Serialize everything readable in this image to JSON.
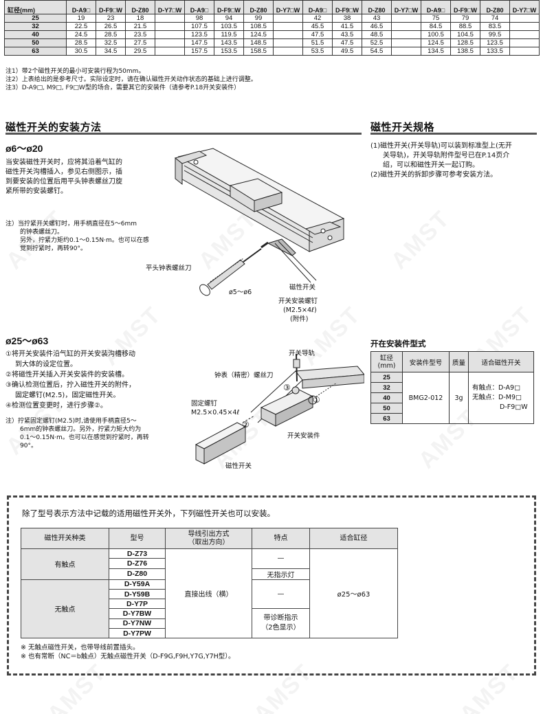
{
  "top_table": {
    "corner_label": "缸径(mm)",
    "headers": [
      "D-A9□",
      "D-F9□W",
      "D-Z80",
      "D-Y7□W",
      "D-A9□",
      "D-F9□W",
      "D-Z80",
      "D-Y7□W",
      "D-A9□",
      "D-F9□W",
      "D-Z80",
      "D-Y7□W",
      "D-A9□",
      "D-F9□W",
      "D-Z80",
      "D-Y7□W"
    ],
    "rows": [
      {
        "bore": "25",
        "cells": [
          "19",
          "23",
          "18",
          "",
          "98",
          "94",
          "99",
          "",
          "42",
          "38",
          "43",
          "",
          "75",
          "79",
          "74",
          ""
        ]
      },
      {
        "bore": "32",
        "cells": [
          "22.5",
          "26.5",
          "21.5",
          "",
          "107.5",
          "103.5",
          "108.5",
          "",
          "45.5",
          "41.5",
          "46.5",
          "",
          "84.5",
          "88.5",
          "83.5",
          ""
        ]
      },
      {
        "bore": "40",
        "cells": [
          "24.5",
          "28.5",
          "23.5",
          "",
          "123.5",
          "119.5",
          "124.5",
          "",
          "47.5",
          "43.5",
          "48.5",
          "",
          "100.5",
          "104.5",
          "99.5",
          ""
        ]
      },
      {
        "bore": "50",
        "cells": [
          "28.5",
          "32.5",
          "27.5",
          "",
          "147.5",
          "143.5",
          "148.5",
          "",
          "51.5",
          "47.5",
          "52.5",
          "",
          "124.5",
          "128.5",
          "123.5",
          ""
        ]
      },
      {
        "bore": "63",
        "cells": [
          "30.5",
          "34.5",
          "29.5",
          "",
          "157.5",
          "153.5",
          "158.5",
          "",
          "53.5",
          "49.5",
          "54.5",
          "",
          "134.5",
          "138.5",
          "133.5",
          ""
        ]
      }
    ]
  },
  "top_notes": [
    "注1）带2个磁性开关的最小可安装行程为50mm。",
    "注2）上表给出的是参考尺寸。实际设定时，请在确认磁性开关动作状态的基础上进行调整。",
    "注3）D-A9□, M9□, F9□W型的场合，需要其它的安装件（请参考P.18开关安装件）"
  ],
  "left_section": {
    "title": "磁性开关的安装方法",
    "sub1": "ø6～ø20",
    "sub1_text": [
      "当安装磁性开关时，应将其沿着气缸的",
      "磁性开关沟槽插入，参见右侧图示，插",
      "到要安装的位置后用平头钟表螺丝刀旋",
      "紧所带的安装螺钉。"
    ],
    "sub1_note": [
      "注）当拧紧开关螺钉时，用手柄直径在5～6mm",
      "的钟表螺丝刀。",
      "另外，拧紧力矩约0.1～0.15N·m。也可以在感",
      "觉到拧紧时，再转90°。"
    ],
    "fig1_labels": {
      "screwdriver": "平头钟表螺丝刀",
      "diameter": "ø5～ø6",
      "switch": "磁性开关",
      "screw": "开关安装螺钉",
      "screw_size": "(M2.5×4ℓ)",
      "accessory": "(附件)"
    },
    "sub2": "ø25～ø63",
    "sub2_steps": [
      "①将开关安装件沿气缸的开关安装沟槽移动",
      "到大体的设定位置。",
      "②将磁性开关插入开关安装件的安装槽。",
      "③确认检测位置后，拧入磁性开关的附件，",
      "固定螺钉(M2.5)，固定磁性开关。",
      "④检测位置变更时，进行步骤②。"
    ],
    "sub2_note": [
      "注）拧紧固定螺钉(M2.5)时,请使用手柄直径5～",
      "6mm的钟表螺丝刀。另外，拧紧力矩大约为",
      "0.1～0.15N·m。也可以在感觉到拧紧时，再转",
      "90°。"
    ],
    "fig2_labels": {
      "rail": "开关导轨",
      "driver": "钟表（精密）螺丝刀",
      "fix_screw": "固定螺钉",
      "fix_size": "M2.5×0.45×4ℓ",
      "bracket": "开关安装件",
      "switch": "磁性开关",
      "n1": "①",
      "n2": "②",
      "n3": "③"
    }
  },
  "right_section": {
    "title": "磁性开关规格",
    "items": [
      "(1)磁性开关(开关导轨)可以装到标准型上(无开",
      "关导轨)，开关导轨附件型号已在P.14页介",
      "绍，可以和磁性开关一起订购。",
      "(2)磁性开关的拆卸步骤可参考安装方法。"
    ],
    "table_title": "开在安装件型式",
    "headers": [
      "缸径\n(mm)",
      "安装件型号",
      "质量",
      "适合磁性开关"
    ],
    "bores": [
      "25",
      "32",
      "40",
      "50",
      "63"
    ],
    "model": "BMG2-012",
    "mass": "3g",
    "applicable": [
      "有触点：D-A9□",
      "无触点：D-M9□",
      "D-F9□W"
    ]
  },
  "bottom_box": {
    "intro": "除了型号表示方法中记载的适用磁性开关外，下列磁性开关也可以安装。",
    "headers": [
      "磁性开关种类",
      "型号",
      "导线引出方式\n（取出方向）",
      "特点",
      "适合缸径"
    ],
    "contact": "有触点",
    "contact_models": [
      "D-Z73",
      "D-Z76",
      "D-Z80"
    ],
    "noncontact": "无触点",
    "noncontact_models": [
      "D-Y59A",
      "D-Y59B",
      "D-Y7P",
      "D-Y7BW",
      "D-Y7NW",
      "D-Y7PW"
    ],
    "lead": "直接出线（横）",
    "feat_dash": "—",
    "feat_no_lamp": "无指示灯",
    "feat_diag": "带诊断指示\n（2色显示）",
    "bore": "ø25～ø63",
    "notes": [
      "※ 无触点磁性开关，也带导线前置插头。",
      "※ 也有常断（NC＝b触点）无触点磁性开关（D-F9G,F9H,Y7G,Y7H型）。"
    ]
  },
  "watermark": "AMST"
}
